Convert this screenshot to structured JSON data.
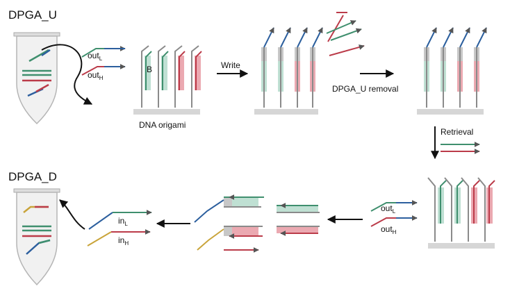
{
  "titles": {
    "top": "DPGA_U",
    "bottom": "DPGA_D"
  },
  "labels": {
    "out": "out",
    "in": "in",
    "sub_low": "L",
    "sub_high": "H",
    "strand_b": "B",
    "origami": "DNA origami",
    "write": "Write",
    "removal": "DPGA_U removal",
    "retrieval": "Retrieval"
  },
  "colors": {
    "green": "#3f8f6e",
    "green_fill": "#bfe0d3",
    "red": "#bb3b49",
    "red_fill": "#eba9b1",
    "blue": "#2c5f9e",
    "gold": "#c9a43a",
    "gray": "#8a8a8a",
    "gray_light": "#c7c7c7",
    "dark": "#111111"
  }
}
